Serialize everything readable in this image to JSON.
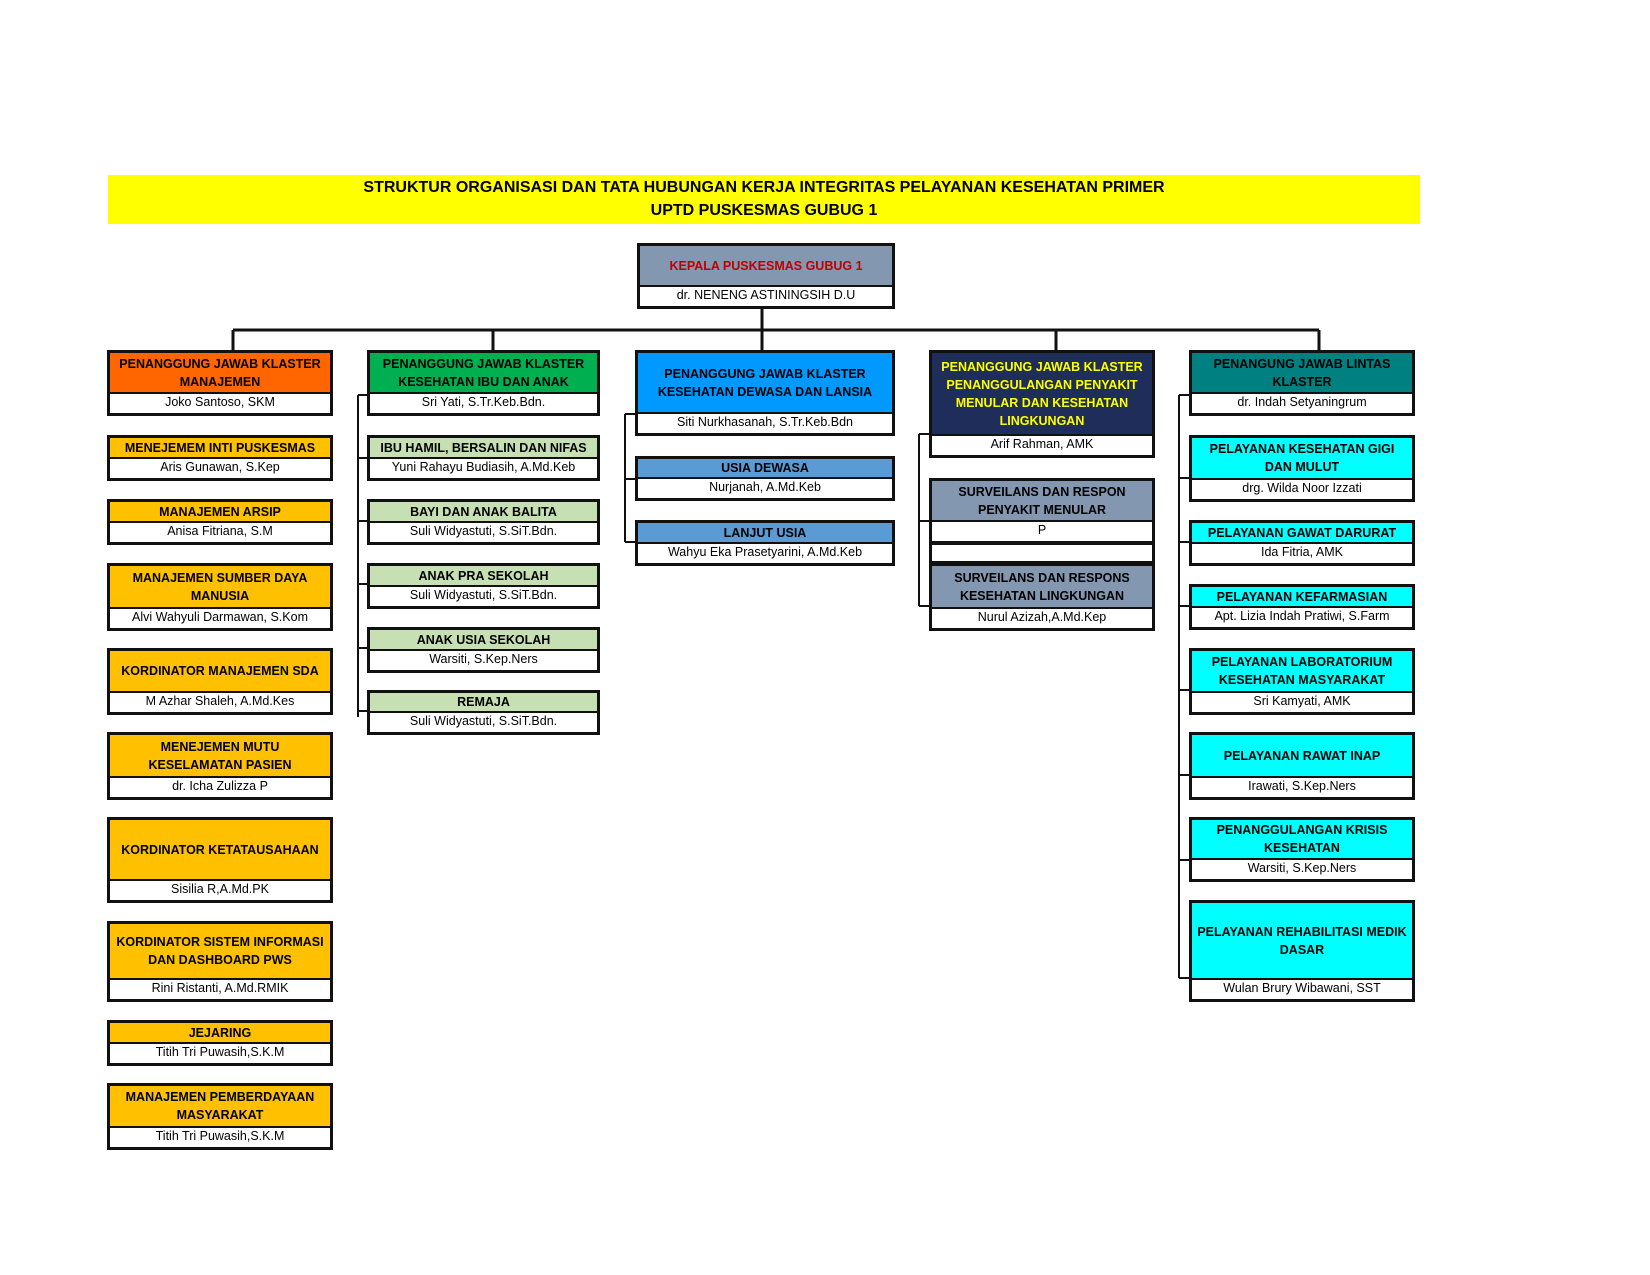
{
  "title": {
    "line1": "STRUKTUR ORGANISASI DAN TATA HUBUNGAN KERJA INTEGRITAS PELAYANAN KESEHATAN PRIMER",
    "line2": "UPTD PUSKESMAS GUBUG 1"
  },
  "head": {
    "title": "KEPALA PUSKESMAS  GUBUG 1",
    "name": "dr. NENENG ASTININGSIH D.U",
    "color": "#8497b0",
    "text_color": "#c00000"
  },
  "colors": {
    "manajemen_header": "#ff6600",
    "manajemen_item": "#ffc000",
    "ibu_anak_header": "#00b050",
    "ibu_anak_item": "#c6e0b4",
    "dewasa_header": "#0099ff",
    "dewasa_item": "#5b9bd5",
    "menular_header": "#1f2d5a",
    "menular_header_text": "#ffff00",
    "menular_item": "#8497b0",
    "lintas_header": "#008080",
    "lintas_item": "#00ffff"
  },
  "columns": [
    {
      "header": {
        "title": "PENANGGUNG JAWAB KLASTER MANAJEMEN",
        "name": "Joko Santoso, SKM"
      },
      "items": [
        {
          "title": "MENEJEMEM INTI PUSKESMAS",
          "name": "Aris Gunawan, S.Kep"
        },
        {
          "title": "MANAJEMEN ARSIP",
          "name": "Anisa Fitriana, S.M"
        },
        {
          "title": "MANAJEMEN SUMBER DAYA MANUSIA",
          "name": "Alvi Wahyuli Darmawan, S.Kom"
        },
        {
          "title": "KORDINATOR MANAJEMEN SDA",
          "name": "M Azhar Shaleh, A.Md.Kes"
        },
        {
          "title": "MENEJEMEN MUTU KESELAMATAN PASIEN",
          "name": "dr. Icha Zulizza P"
        },
        {
          "title": "KORDINATOR KETATAUSAHAAN",
          "name": "Sisilia R,A.Md.PK"
        },
        {
          "title": "KORDINATOR SISTEM INFORMASI DAN DASHBOARD PWS",
          "name": "Rini Ristanti, A.Md.RMIK"
        },
        {
          "title": "JEJARING",
          "name": "Titih Tri Puwasih,S.K.M"
        },
        {
          "title": "MANAJEMEN PEMBERDAYAAN MASYARAKAT",
          "name": "Titih Tri Puwasih,S.K.M"
        }
      ]
    },
    {
      "header": {
        "title": "PENANGGUNG JAWAB KLASTER KESEHATAN  IBU DAN ANAK",
        "name": "Sri Yati, S.Tr.Keb.Bdn."
      },
      "items": [
        {
          "title": "IBU HAMIL, BERSALIN DAN NIFAS",
          "name": "Yuni Rahayu Budiasih, A.Md.Keb"
        },
        {
          "title": "BAYI DAN ANAK BALITA",
          "name": "Suli Widyastuti, S.SiT.Bdn."
        },
        {
          "title": "ANAK PRA SEKOLAH",
          "name": "Suli Widyastuti, S.SiT.Bdn."
        },
        {
          "title": "ANAK USIA SEKOLAH",
          "name": "Warsiti, S.Kep.Ners"
        },
        {
          "title": "REMAJA",
          "name": "Suli Widyastuti, S.SiT.Bdn."
        }
      ]
    },
    {
      "header": {
        "title": "PENANGGUNG JAWAB KLASTER KESEHATAN  DEWASA DAN LANSIA",
        "name": "Siti Nurkhasanah, S.Tr.Keb.Bdn"
      },
      "items": [
        {
          "title": "USIA DEWASA",
          "name": "Nurjanah, A.Md.Keb"
        },
        {
          "title": "LANJUT USIA",
          "name": "Wahyu Eka Prasetyarini, A.Md.Keb"
        }
      ]
    },
    {
      "header": {
        "title": "PENANGGUNG JAWAB KLASTER PENANGGULANGAN PENYAKIT MENULAR DAN KESEHATAN LINGKUNGAN",
        "name": "Arif Rahman, AMK"
      },
      "items": [
        {
          "title": "SURVEILANS DAN RESPON PENYAKIT MENULAR",
          "name": "P"
        },
        {
          "title": "SURVEILANS DAN RESPONS KESEHATAN LINGKUNGAN",
          "name": "Nurul Azizah,A.Md.Kep"
        }
      ]
    },
    {
      "header": {
        "title": "PENANGUNG JAWAB LINTAS KLASTER",
        "name": "dr. Indah Setyaningrum"
      },
      "items": [
        {
          "title": "PELAYANAN KESEHATAN GIGI DAN MULUT",
          "name": "drg. Wilda Noor Izzati"
        },
        {
          "title": "PELAYANAN GAWAT DARURAT",
          "name": "Ida Fitria, AMK"
        },
        {
          "title": "PELAYANAN KEFARMASIAN",
          "name": "Apt. Lizia Indah Pratiwi, S.Farm"
        },
        {
          "title": "PELAYANAN LABORATORIUM KESEHATAN MASYARAKAT",
          "name": "Sri Kamyati, AMK"
        },
        {
          "title": "PELAYANAN RAWAT INAP",
          "name": "Irawati, S.Kep.Ners"
        },
        {
          "title": "PENANGGULANGAN KRISIS KESEHATAN",
          "name": "Warsiti, S.Kep.Ners"
        },
        {
          "title": "PELAYANAN REHABILITASI MEDIK DASAR",
          "name": "Wulan Brury Wibawani, SST"
        }
      ]
    }
  ]
}
